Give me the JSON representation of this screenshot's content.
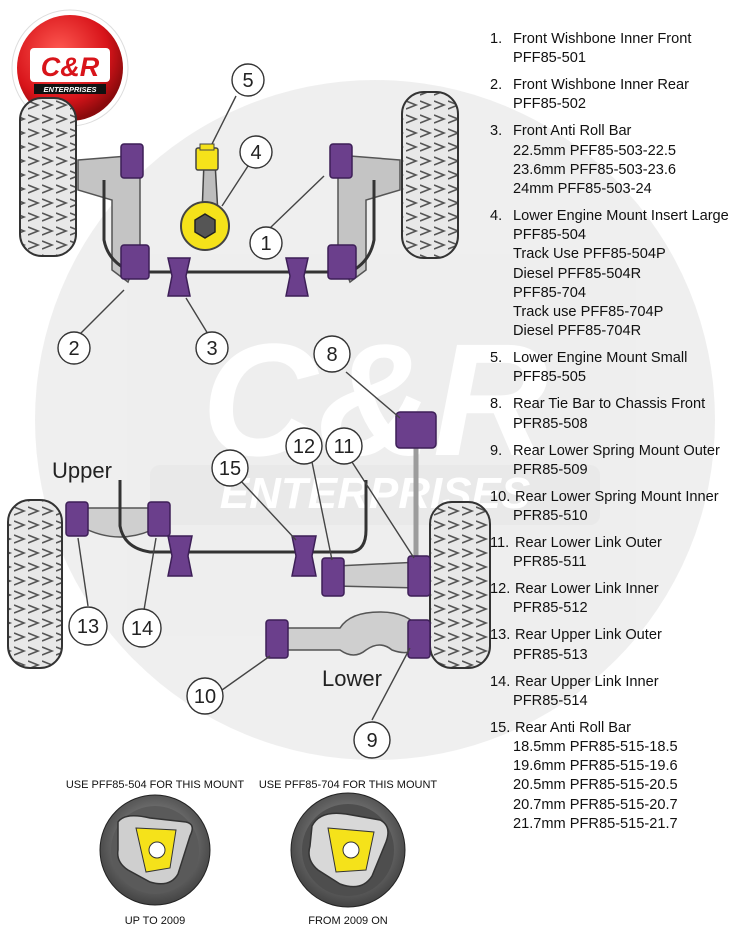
{
  "brand": {
    "logo_text": "C&R",
    "logo_subtext": "ENTERPRISES",
    "watermark_text": "C&R",
    "watermark_subtext": "ENTERPRISES"
  },
  "labels": {
    "upper": "Upper",
    "lower": "Lower"
  },
  "callouts": [
    "1",
    "2",
    "3",
    "4",
    "5",
    "8",
    "9",
    "10",
    "11",
    "12",
    "13",
    "14",
    "15"
  ],
  "mounts": {
    "left_caption_top": "USE PFF85-504 FOR THIS MOUNT",
    "left_caption_bottom": "UP TO 2009",
    "right_caption_top": "USE PFF85-704 FOR THIS MOUNT",
    "right_caption_bottom": "FROM 2009 ON"
  },
  "parts": [
    {
      "num": "1.",
      "name": "Front Wishbone Inner Front",
      "lines": [
        "PFF85-501"
      ]
    },
    {
      "num": "2.",
      "name": "Front Wishbone Inner Rear",
      "lines": [
        "PFF85-502"
      ]
    },
    {
      "num": "3.",
      "name": "Front Anti Roll Bar",
      "lines": [
        "22.5mm PFF85-503-22.5",
        "23.6mm PFF85-503-23.6",
        "24mm PFF85-503-24"
      ]
    },
    {
      "num": "4.",
      "name": "Lower Engine Mount Insert Large",
      "lines": [
        "PFF85-504",
        "Track Use PFF85-504P",
        "Diesel PFF85-504R",
        "PFF85-704",
        "Track use PFF85-704P",
        "Diesel PFF85-704R"
      ]
    },
    {
      "num": "5.",
      "name": "Lower Engine Mount Small",
      "lines": [
        "PFF85-505"
      ]
    },
    {
      "num": "8.",
      "name": "Rear Tie Bar to Chassis Front",
      "lines": [
        "PFR85-508"
      ]
    },
    {
      "num": "9.",
      "name": "Rear Lower Spring Mount Outer",
      "lines": [
        "PFR85-509"
      ]
    },
    {
      "num": "10.",
      "name": "Rear Lower Spring Mount Inner",
      "lines": [
        "PFR85-510"
      ]
    },
    {
      "num": "11.",
      "name": "Rear Lower Link Outer",
      "lines": [
        "PFR85-511"
      ]
    },
    {
      "num": "12.",
      "name": "Rear Lower Link Inner",
      "lines": [
        " PFR85-512"
      ]
    },
    {
      "num": "13.",
      "name": "Rear Upper Link Outer",
      "lines": [
        " PFR85-513"
      ]
    },
    {
      "num": "14.",
      "name": "Rear Upper Link Inner",
      "lines": [
        " PFR85-514"
      ]
    },
    {
      "num": "15.",
      "name": "Rear Anti Roll Bar",
      "lines": [
        "18.5mm PFR85-515-18.5",
        "19.6mm PFR85-515-19.6",
        "20.5mm PFR85-515-20.5",
        "20.7mm PFR85-515-20.7",
        "21.7mm PFR85-515-21.7"
      ]
    }
  ],
  "colors": {
    "bush": "#6b3f8c",
    "bush_dark": "#3d1f57",
    "arm": "#b9b9b9",
    "tyre": "#e6e6e6",
    "logo_red": "#d8141a",
    "engine_mount_yellow": "#f5e21a"
  }
}
